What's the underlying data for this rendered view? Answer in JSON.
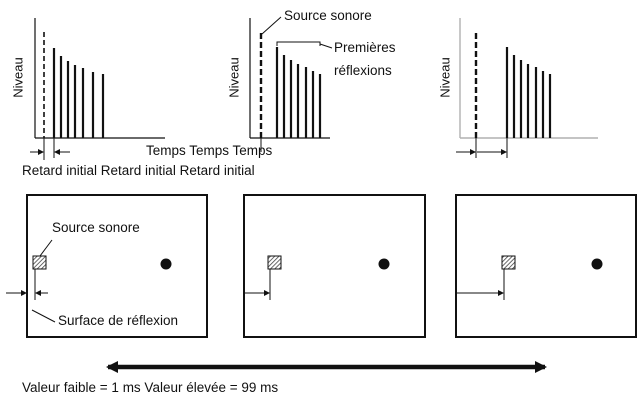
{
  "labels": {
    "y_axis": "Niveau",
    "source": "Source sonore",
    "first_reflections_1": "Premières",
    "first_reflections_2": "réflexions",
    "x_axes": "Temps Temps Temps",
    "initial_delay": "Retard initial Retard initial Retard initial",
    "room_source": "Source sonore",
    "reflection_surface": "Surface de réflexion",
    "range": "Valeur faible = 1 ms Valeur élevée = 99 ms"
  },
  "colors": {
    "ink": "#111111",
    "grey_axis": "#b0b0b0",
    "hatch": "#555555"
  }
}
